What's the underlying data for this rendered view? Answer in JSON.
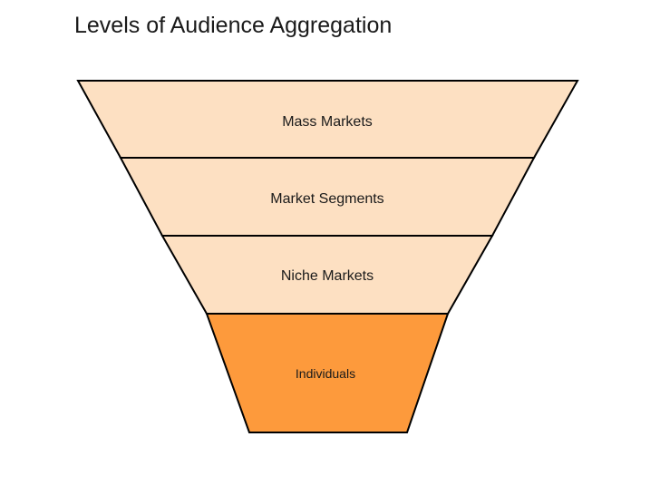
{
  "title": "Levels of Audience Aggregation",
  "colors": {
    "light_band_fill": "#fde0c2",
    "highlight_band_fill": "#fd9a3c",
    "outline": "#000000"
  },
  "funnel": {
    "levels": [
      {
        "label": "Mass Markets",
        "highlighted": false
      },
      {
        "label": "Market Segments",
        "highlighted": false
      },
      {
        "label": "Niche Markets",
        "highlighted": false
      },
      {
        "label": "Individuals",
        "highlighted": true
      }
    ]
  }
}
